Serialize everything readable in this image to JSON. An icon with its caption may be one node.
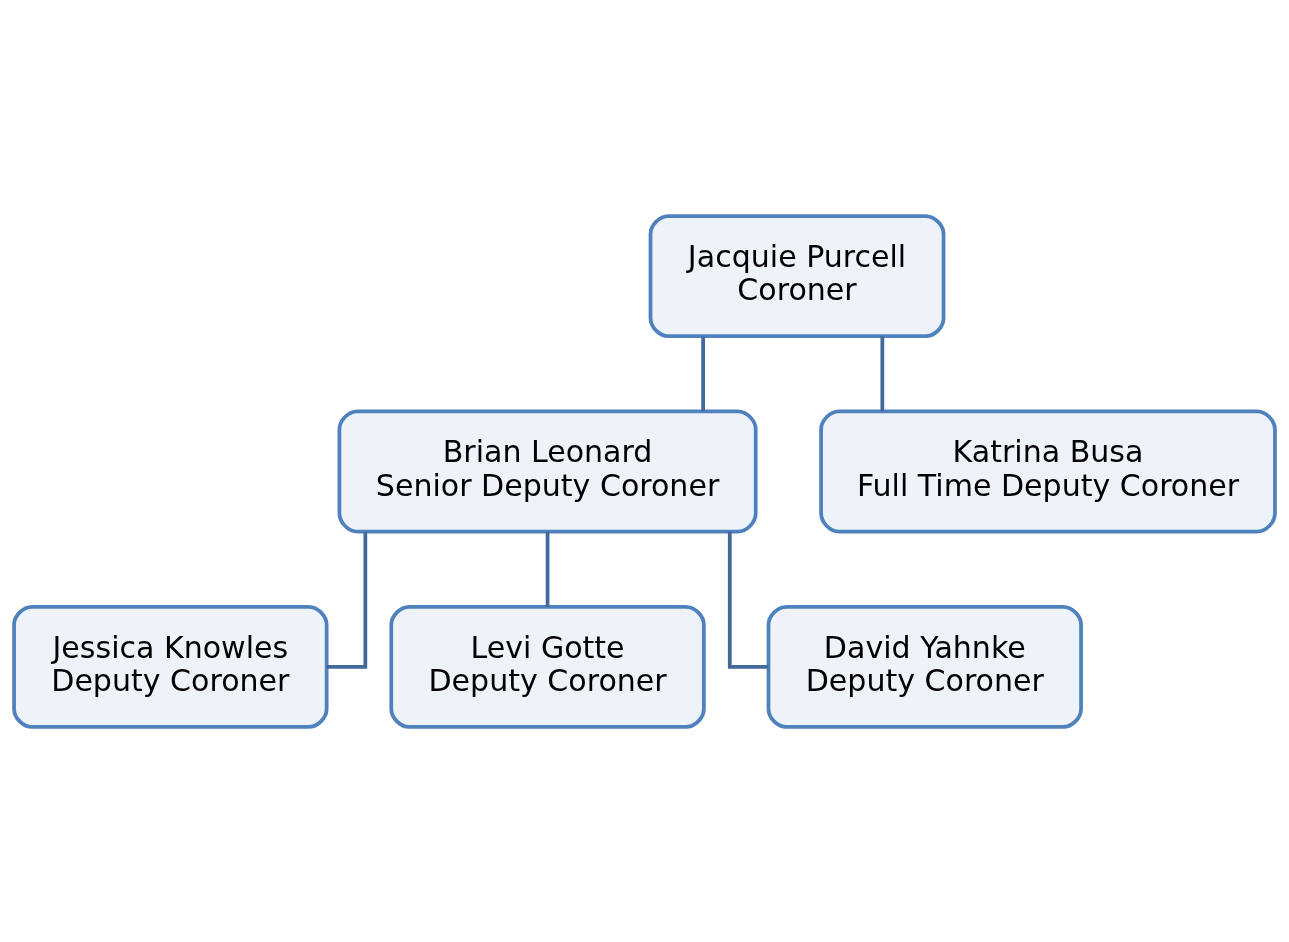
{
  "diagram": {
    "nodes": [
      {
        "text": [
          "Jacquie Purcell",
          "Coroner"
        ]
      },
      {
        "text": [
          "Brian Leonard",
          "Senior Deputy Coroner"
        ]
      },
      {
        "text": [
          "Katrina Busa",
          "Full Time Deputy Coroner"
        ]
      },
      {
        "text": [
          "Jessica Knowles",
          "Deputy Coroner"
        ]
      },
      {
        "text": [
          "Levi Gotte",
          "Deputy Coroner"
        ]
      },
      {
        "text": [
          "David Yahnke",
          "Deputy Coroner"
        ]
      }
    ],
    "edges": [
      {
        "from": 0,
        "to": 1,
        "arrow": "none"
      },
      {
        "from": 0,
        "to": 2,
        "arrow": "none"
      },
      {
        "from": 1,
        "to": 3,
        "arrow": "none"
      },
      {
        "from": 1,
        "to": 4,
        "arrow": "none"
      },
      {
        "from": 1,
        "to": 5,
        "arrow": "none"
      }
    ]
  }
}
